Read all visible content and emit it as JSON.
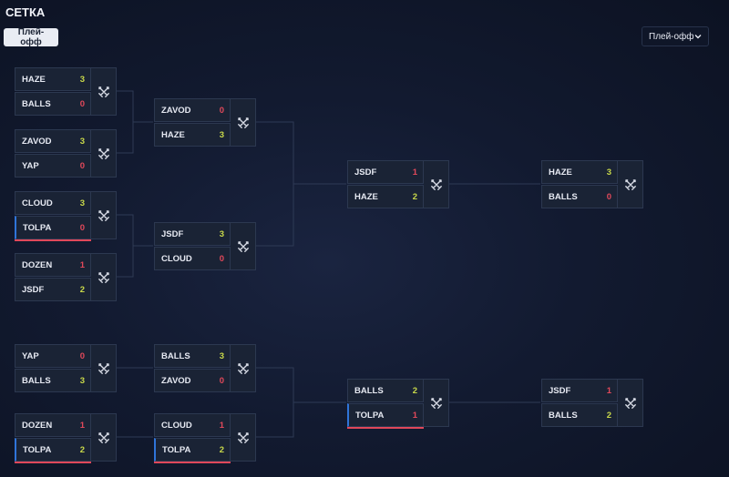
{
  "page": {
    "title": "СЕТКА"
  },
  "toolbar": {
    "playoff_button": "Плей-офф"
  },
  "stage_select": {
    "selected": "Плей-офф"
  },
  "matches": [
    {
      "id": "m1",
      "t1": {
        "name": "HAZE",
        "score": "3"
      },
      "t2": {
        "name": "BALLS",
        "score": "0"
      }
    },
    {
      "id": "m2",
      "t1": {
        "name": "ZAVOD",
        "score": "3"
      },
      "t2": {
        "name": "YAP",
        "score": "0"
      }
    },
    {
      "id": "m3",
      "t1": {
        "name": "CLOUD",
        "score": "3"
      },
      "t2": {
        "name": "TOLPA",
        "score": "0"
      }
    },
    {
      "id": "m4",
      "t1": {
        "name": "DOZEN",
        "score": "1"
      },
      "t2": {
        "name": "JSDF",
        "score": "2"
      }
    },
    {
      "id": "m5",
      "t1": {
        "name": "ZAVOD",
        "score": "0"
      },
      "t2": {
        "name": "HAZE",
        "score": "3"
      }
    },
    {
      "id": "m6",
      "t1": {
        "name": "JSDF",
        "score": "3"
      },
      "t2": {
        "name": "CLOUD",
        "score": "0"
      }
    },
    {
      "id": "m7",
      "t1": {
        "name": "JSDF",
        "score": "1"
      },
      "t2": {
        "name": "HAZE",
        "score": "2"
      }
    },
    {
      "id": "m8",
      "t1": {
        "name": "HAZE",
        "score": "3"
      },
      "t2": {
        "name": "BALLS",
        "score": "0"
      }
    },
    {
      "id": "m9",
      "t1": {
        "name": "YAP",
        "score": "0"
      },
      "t2": {
        "name": "BALLS",
        "score": "3"
      }
    },
    {
      "id": "m10",
      "t1": {
        "name": "DOZEN",
        "score": "1"
      },
      "t2": {
        "name": "TOLPA",
        "score": "2"
      }
    },
    {
      "id": "m11",
      "t1": {
        "name": "BALLS",
        "score": "3"
      },
      "t2": {
        "name": "ZAVOD",
        "score": "0"
      }
    },
    {
      "id": "m12",
      "t1": {
        "name": "CLOUD",
        "score": "1"
      },
      "t2": {
        "name": "TOLPA",
        "score": "2"
      }
    },
    {
      "id": "m13",
      "t1": {
        "name": "BALLS",
        "score": "2"
      },
      "t2": {
        "name": "TOLPA",
        "score": "1"
      }
    },
    {
      "id": "m14",
      "t1": {
        "name": "JSDF",
        "score": "1"
      },
      "t2": {
        "name": "BALLS",
        "score": "2"
      }
    }
  ],
  "colors": {
    "win": "#c9d94a",
    "lose": "#e0485a",
    "highlight": "#2f74d9"
  },
  "icons": {
    "match": "crossed-swords-icon",
    "dropdown": "chevron-down-icon"
  }
}
